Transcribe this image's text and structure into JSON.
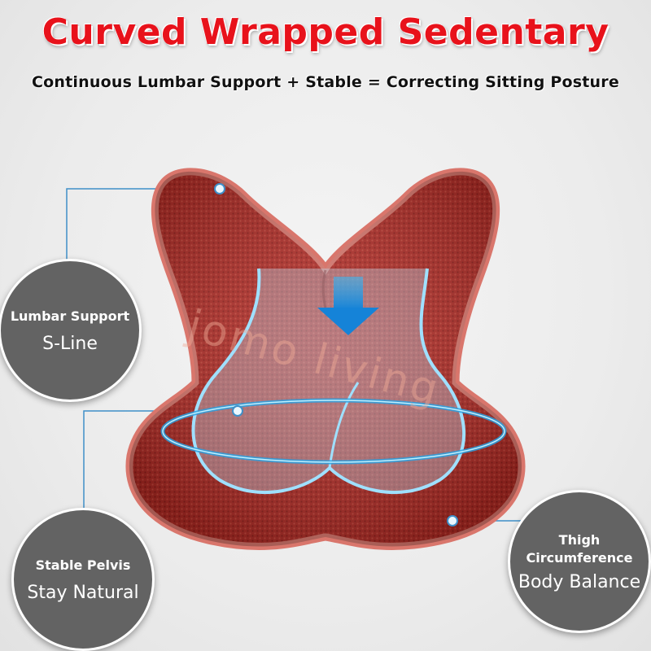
{
  "header": {
    "title": "Curved Wrapped Sedentary",
    "subtitle": "Continuous Lumbar Support + Stable = Correcting Sitting Posture"
  },
  "callouts": [
    {
      "heading": "Lumbar Support",
      "text": "S-Line"
    },
    {
      "heading": "Stable Pelvis",
      "text": "Stay Natural"
    },
    {
      "heading_line1": "Thigh",
      "heading_line2": "Circumference",
      "text": "Body Balance"
    }
  ],
  "watermark": "jomo living",
  "colors": {
    "title_red": "#e8121b",
    "cushion_red": "#b32a24",
    "cushion_edge": "#d9766c",
    "highlight_blue": "#2aa0e0",
    "circle_gray": "#636363"
  },
  "icons": [
    "down-arrow-icon",
    "callout-dot-icon"
  ]
}
